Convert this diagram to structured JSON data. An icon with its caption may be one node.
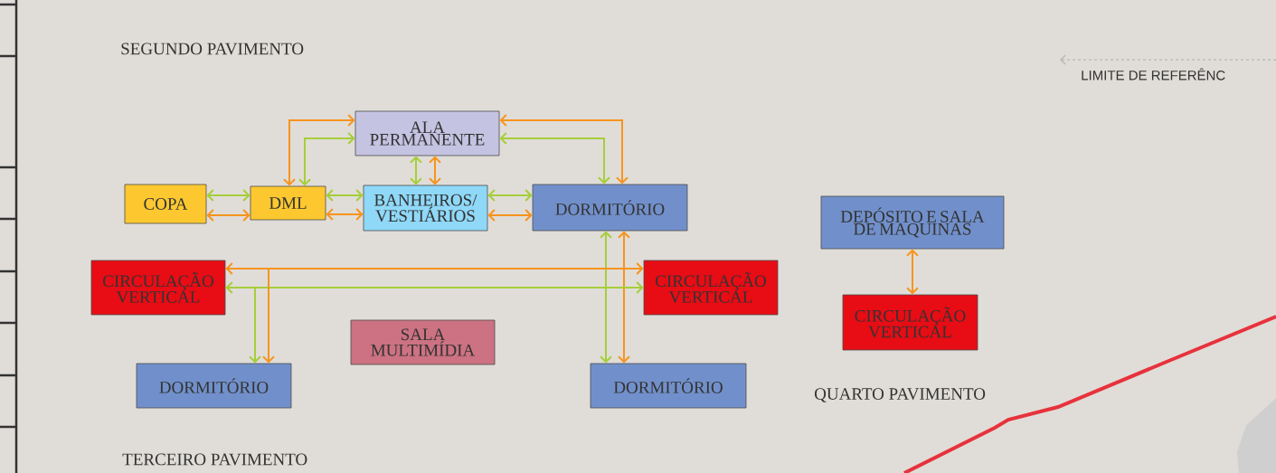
{
  "diagram": {
    "nodes": [
      {
        "text": [
          "ALA PERMANENTE"
        ]
      },
      {
        "text": [
          "COPA"
        ]
      },
      {
        "text": [
          "DML"
        ]
      },
      {
        "text": [
          "BANHEIROS/ VESTIÁRIOS"
        ]
      },
      {
        "text": [
          "DORMITÓRIO"
        ]
      },
      {
        "text": [
          "CIRCULAÇÃO VERTICAL"
        ]
      },
      {
        "text": [
          "CIRCULAÇÃO VERTICAL"
        ]
      },
      {
        "text": [
          "SALA MULTIMÍDIA"
        ]
      },
      {
        "text": [
          "DORMITÓRIO"
        ]
      },
      {
        "text": [
          "DORMITÓRIO"
        ]
      },
      {
        "text": [
          "DEPÓSITO E SALA DE MAQUINAS"
        ]
      },
      {
        "text": [
          "CIRCULAÇÃO VERTICAL"
        ]
      }
    ],
    "edges": [
      {
        "from": 2,
        "to": 0,
        "arrow": "both",
        "color": "#f7941d"
      },
      {
        "from": 2,
        "to": 0,
        "arrow": "both",
        "color": "#a6ce39"
      },
      {
        "from": 0,
        "to": 4,
        "arrow": "both",
        "color": "#f7941d"
      },
      {
        "from": 0,
        "to": 4,
        "arrow": "both",
        "color": "#a6ce39"
      },
      {
        "from": 1,
        "to": 2,
        "arrow": "both",
        "color": "#a6ce39"
      },
      {
        "from": 1,
        "to": 2,
        "arrow": "both",
        "color": "#f7941d"
      },
      {
        "from": 2,
        "to": 3,
        "arrow": "both",
        "color": "#a6ce39"
      },
      {
        "from": 2,
        "to": 3,
        "arrow": "both",
        "color": "#f7941d"
      },
      {
        "from": 0,
        "to": 3,
        "arrow": "both",
        "color": "#a6ce39"
      },
      {
        "from": 0,
        "to": 3,
        "arrow": "both",
        "color": "#f7941d"
      },
      {
        "from": 3,
        "to": 4,
        "arrow": "both",
        "color": "#a6ce39"
      },
      {
        "from": 3,
        "to": 4,
        "arrow": "both",
        "color": "#f7941d"
      },
      {
        "from": 4,
        "to": 9,
        "arrow": "both",
        "color": "#a6ce39"
      },
      {
        "from": 4,
        "to": 9,
        "arrow": "both",
        "color": "#f7941d"
      },
      {
        "from": 5,
        "to": 6,
        "arrow": "both",
        "color": "#f7941d"
      },
      {
        "from": 5,
        "to": 6,
        "arrow": "both",
        "color": "#a6ce39"
      },
      {
        "from": 5,
        "to": 8,
        "arrow": "to",
        "color": "#a6ce39"
      },
      {
        "from": 5,
        "to": 8,
        "arrow": "to",
        "color": "#f7941d"
      },
      {
        "from": 10,
        "to": 11,
        "arrow": "both",
        "color": "#f7941d"
      }
    ],
    "labels": [
      "SEGUNDO PAVIMENTO",
      "LIMITE DE REFERÊNC",
      "QUARTO PAVIMENTO",
      "TERCEIRO PAVIMENTO"
    ]
  }
}
